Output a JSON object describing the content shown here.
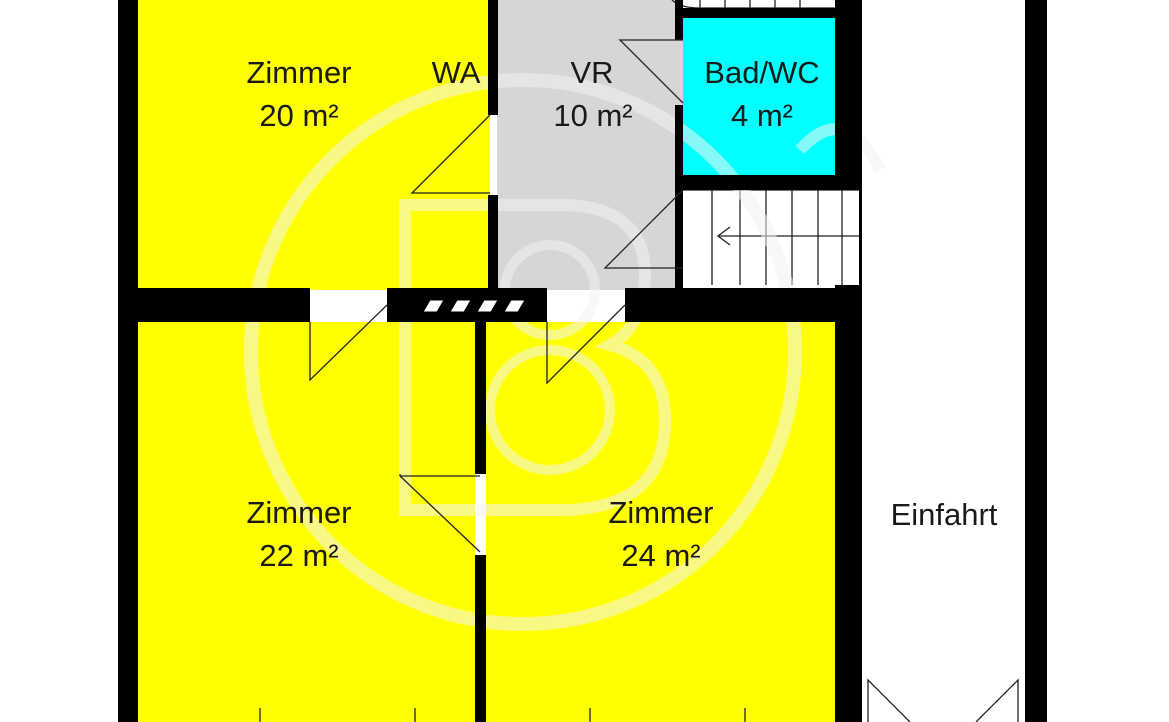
{
  "colors": {
    "wall": "#000000",
    "room_yellow": "#ffff00",
    "room_grey": "#d6d6d6",
    "room_cyan": "#00ffff",
    "outdoor": "#ffffff",
    "watermark": "#f3f3f3"
  },
  "rooms": {
    "zimmer_top": {
      "name": "Zimmer",
      "area": "20 m²"
    },
    "wa": {
      "name": "WA"
    },
    "vr": {
      "name": "VR",
      "area": "10 m²"
    },
    "bad_wc": {
      "name": "Bad/WC",
      "area": "4 m²"
    },
    "zimmer_left": {
      "name": "Zimmer",
      "area": "22 m²"
    },
    "zimmer_right": {
      "name": "Zimmer",
      "area": "24 m²"
    },
    "einfahrt": {
      "name": "Einfahrt"
    }
  },
  "watermark": {
    "icon": "b-logo-watermark-icon"
  }
}
